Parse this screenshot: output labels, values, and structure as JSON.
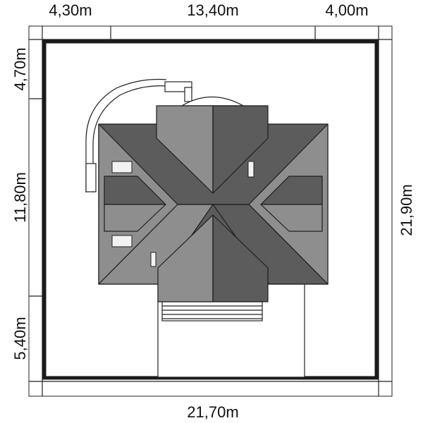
{
  "dimensions": {
    "top_left": "4,30m",
    "top_center": "13,40m",
    "top_right": "4,00m",
    "left_top": "4,70m",
    "left_middle": "11,80m",
    "left_bottom": "5,40m",
    "right": "21,90m",
    "bottom": "21,70m"
  },
  "colors": {
    "roof_dark": "#5c5c5c",
    "roof_light": "#8e8e8e",
    "border": "#1a1a1a"
  }
}
